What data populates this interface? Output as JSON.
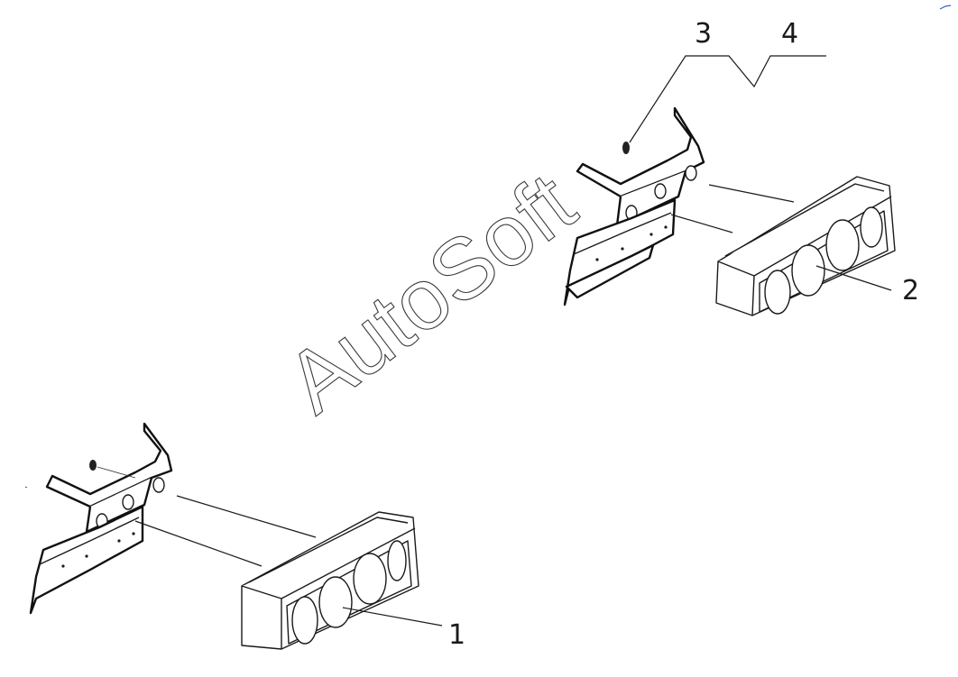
{
  "callouts": {
    "c1": "1",
    "c2": "2",
    "c3": "3",
    "c4": "4"
  },
  "watermark": "AutoSoft"
}
